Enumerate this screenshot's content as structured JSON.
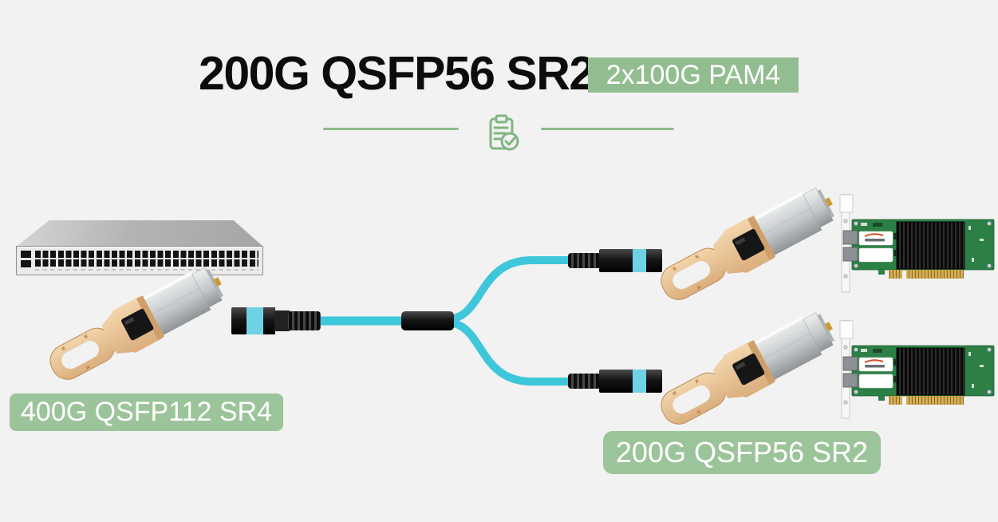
{
  "header": {
    "title": "200G QSFP56 SR2",
    "badge": "2x100G PAM4"
  },
  "divider": {
    "icon": "clipboard-check-icon"
  },
  "labels": {
    "left": "400G QSFP112 SR4",
    "right": "200G QSFP56 SR2"
  },
  "illustrations": {
    "switch": "48-port-network-switch",
    "left_transceiver": "qsfp-transceiver",
    "right_transceiver_top": "qsfp-transceiver",
    "right_transceiver_bottom": "qsfp-transceiver",
    "cable": "mpo-y-breakout-fiber-cable",
    "nic_top": "dual-port-pcie-nic",
    "nic_bottom": "dual-port-pcie-nic"
  },
  "colors": {
    "background": "#f2f2f2",
    "accent_green": "#8cbb8a",
    "badge_green": "#92bd90",
    "label_green": "#9cc49a",
    "cable_aqua": "#3ec7da",
    "connector_stripe_aqua": "#6fd2e4",
    "title_text": "#0c0c0c",
    "badge_text": "#ffffff"
  }
}
